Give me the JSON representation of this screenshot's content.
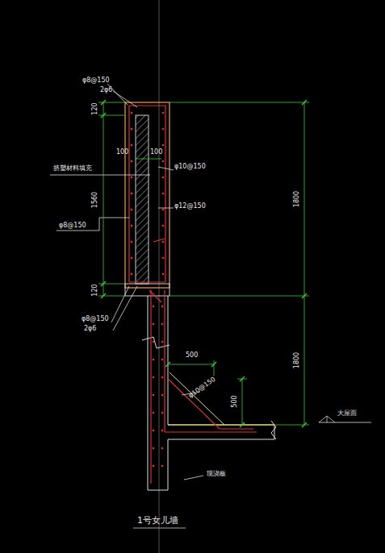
{
  "diagram": {
    "title": "1号女儿墙",
    "labels": [
      "φ8@150",
      "2φ6",
      "120",
      "1560",
      "120",
      "100",
      "100",
      "挤塑材料填充",
      "φ10@150",
      "φ12@150",
      "φ8@150",
      "φ8@150",
      "2φ6",
      "1800",
      "1800",
      "500",
      "500",
      "φ10@150",
      "大屋面",
      "现浇板"
    ]
  }
}
